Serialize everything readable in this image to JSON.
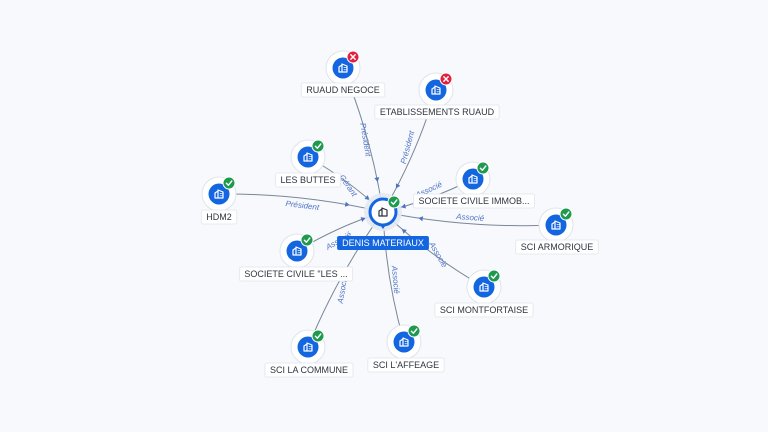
{
  "center": {
    "label": "DENIS MATERIAUX",
    "status": "ok",
    "icon": "building-icon"
  },
  "nodes": [
    {
      "id": "ruaud-negoce",
      "label": "RUAUD NEGOCE",
      "status": "bad",
      "relation": "Président",
      "icon": "building-icon"
    },
    {
      "id": "etablissements-ruaud",
      "label": "ETABLISSEMENTS RUAUD",
      "status": "bad",
      "relation": "Président",
      "icon": "building-icon"
    },
    {
      "id": "les-buttes",
      "label": "LES BUTTES",
      "status": "ok",
      "relation": "Gérant",
      "icon": "building-icon"
    },
    {
      "id": "societe-civile-immob",
      "label": "SOCIETE CIVILE IMMOB...",
      "status": "ok",
      "relation": "Associé",
      "icon": "building-icon"
    },
    {
      "id": "hdm2",
      "label": "HDM2",
      "status": "ok",
      "relation": "Président",
      "icon": "building-icon"
    },
    {
      "id": "sci-armorique",
      "label": "SCI ARMORIQUE",
      "status": "ok",
      "relation": "Associé",
      "icon": "building-icon"
    },
    {
      "id": "societe-civile-les",
      "label": "SOCIETE CIVILE \"LES ...",
      "status": "ok",
      "relation": "Associé",
      "icon": "building-icon"
    },
    {
      "id": "sci-montfortaise",
      "label": "SCI MONTFORTAISE",
      "status": "ok",
      "relation": "Associé",
      "icon": "building-icon"
    },
    {
      "id": "sci-la-commune",
      "label": "SCI LA COMMUNE",
      "status": "ok",
      "relation": "Associé",
      "icon": "building-icon"
    },
    {
      "id": "sci-laffeage",
      "label": "SCI L'AFFEAGE",
      "status": "ok",
      "relation": "Associé",
      "icon": "building-icon"
    }
  ],
  "colors": {
    "node": "#1466e0",
    "status_ok": "#1e9a4e",
    "status_bad": "#e0223f",
    "edge": "#7a8799",
    "edge_label": "#4f73c4"
  }
}
